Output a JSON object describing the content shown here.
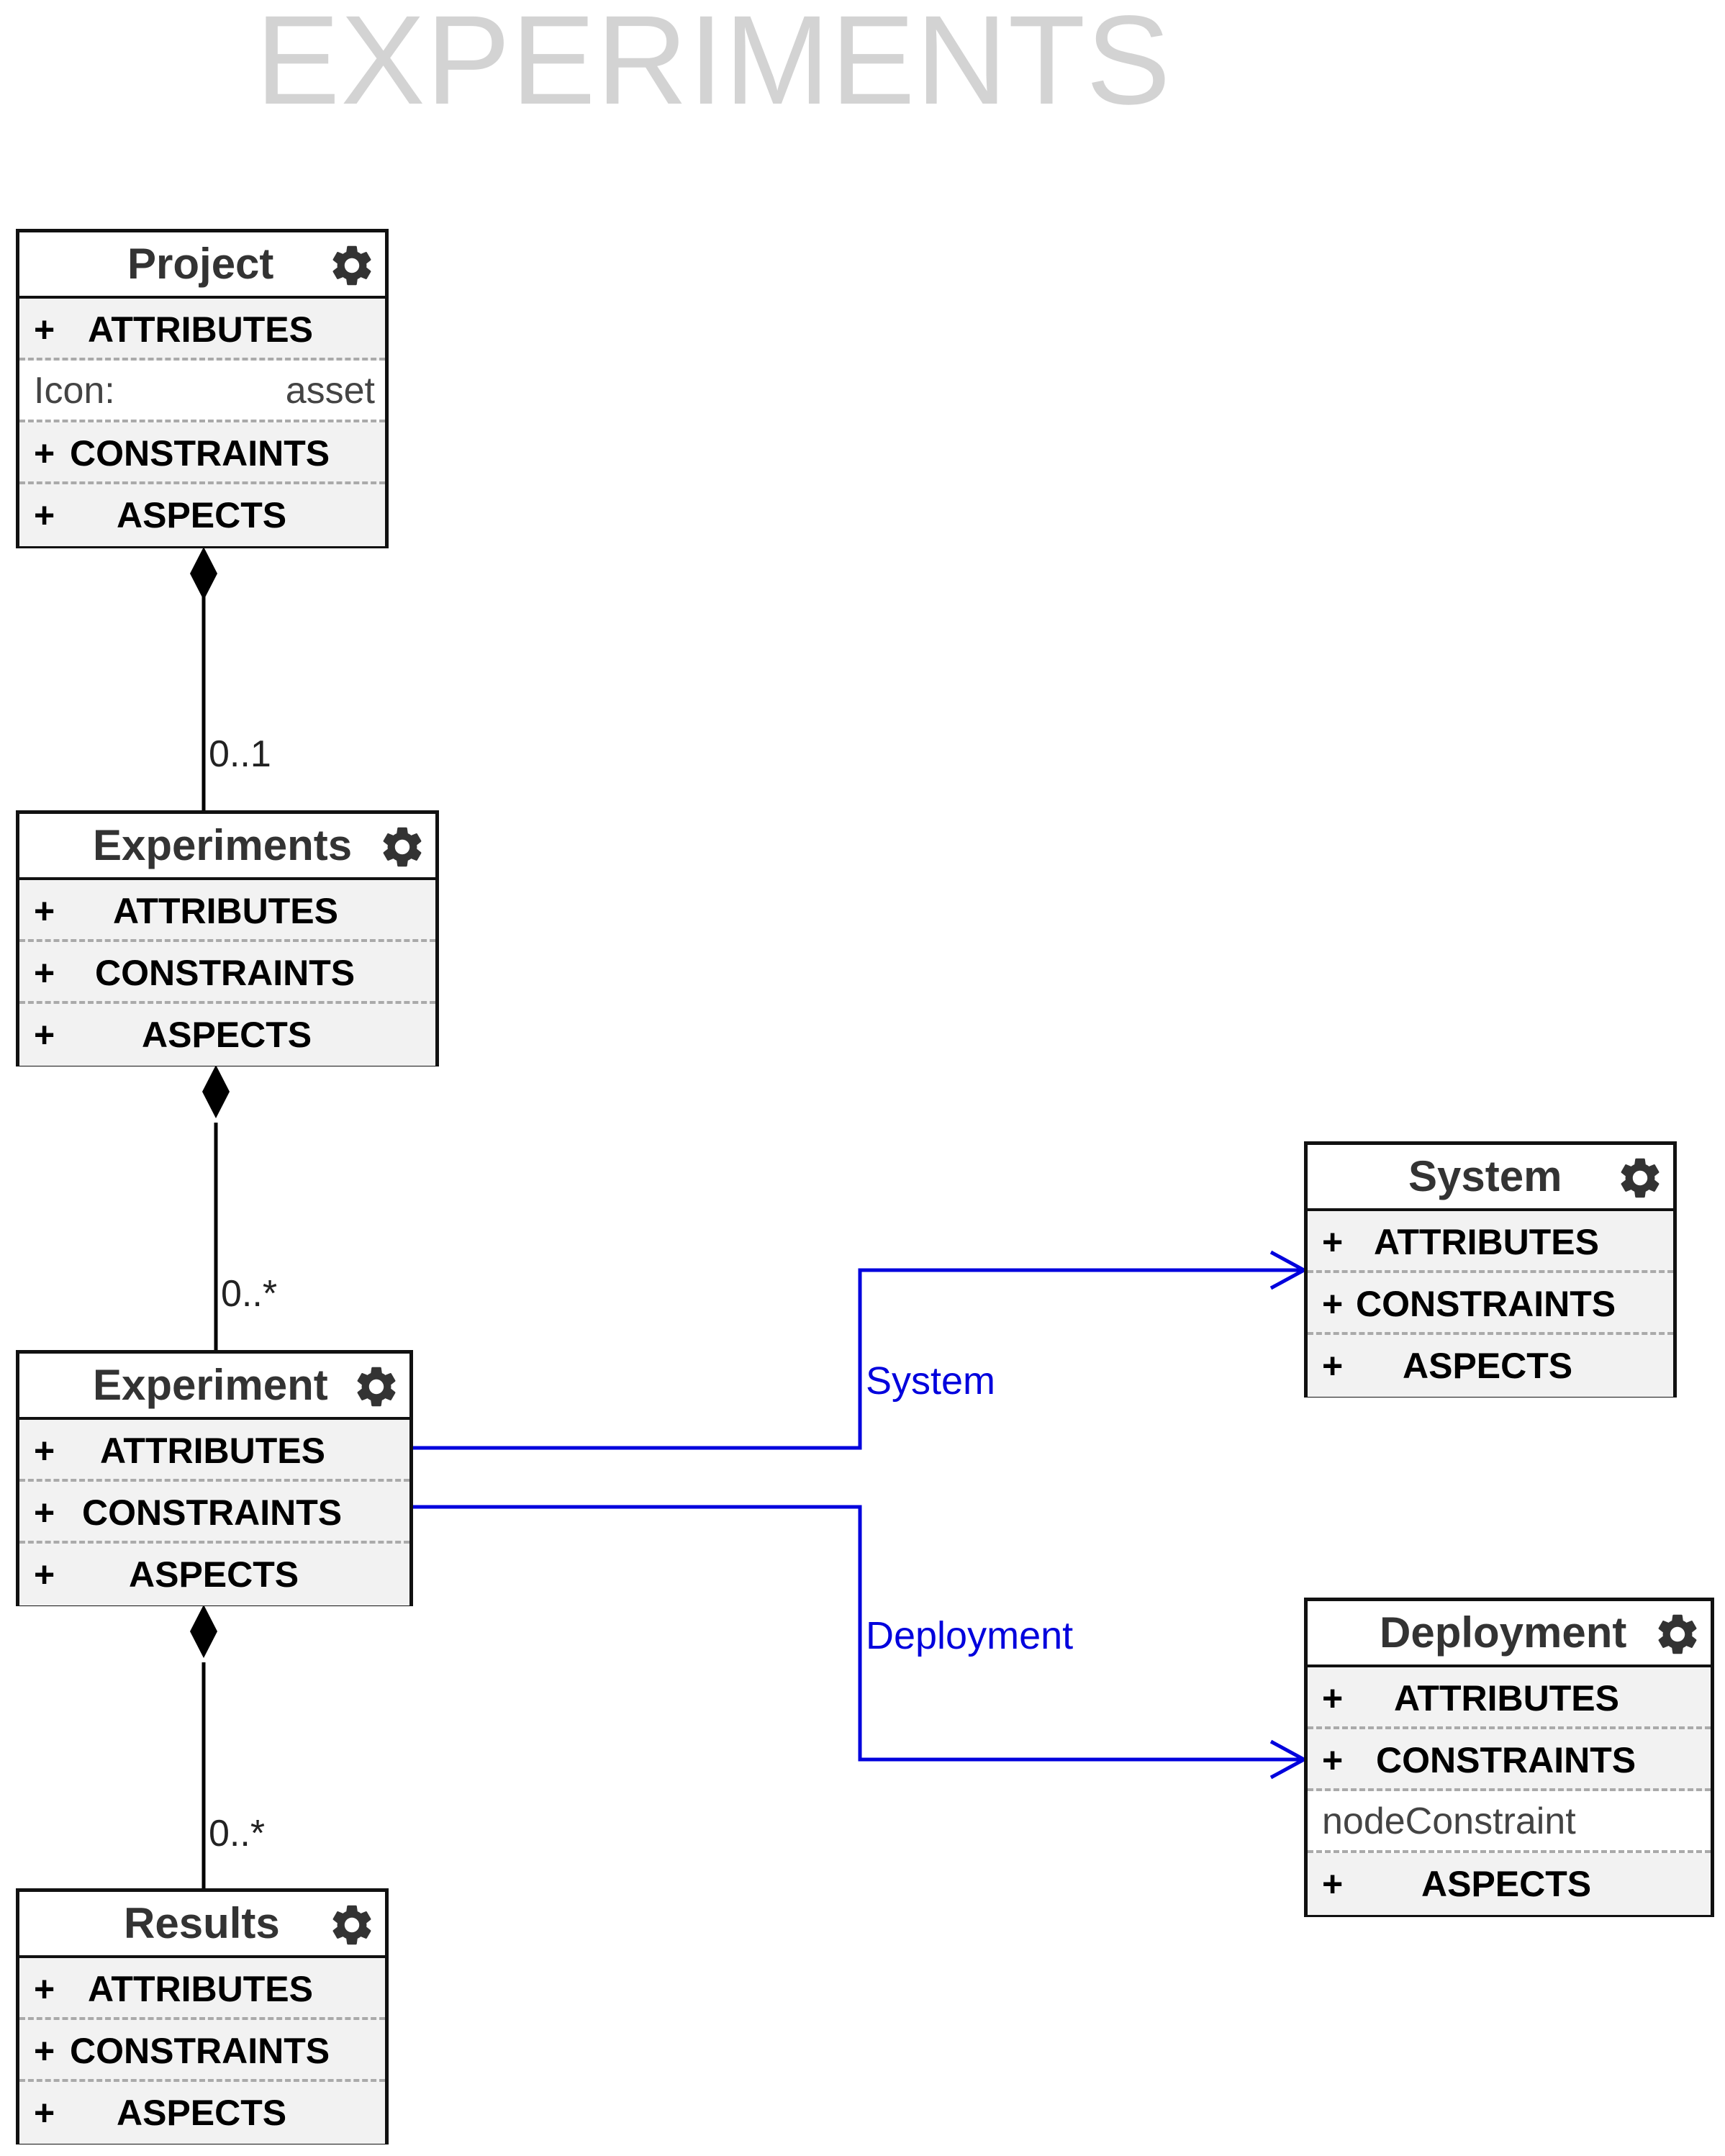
{
  "title": "EXPERIMENTS",
  "section_labels": {
    "attributes": "ATTRIBUTES",
    "constraints": "CONSTRAINTS",
    "aspects": "ASPECTS",
    "plus": "+"
  },
  "nodes": {
    "project": {
      "name": "Project",
      "attribute_key": "Icon:",
      "attribute_value": "asset",
      "icon": "gear-icon"
    },
    "experiments": {
      "name": "Experiments",
      "icon": "gear-icon"
    },
    "experiment": {
      "name": "Experiment",
      "icon": "gear-icon"
    },
    "results": {
      "name": "Results",
      "icon": "gear-icon"
    },
    "system": {
      "name": "System",
      "icon": "gear-icon"
    },
    "deployment": {
      "name": "Deployment",
      "constraint_item": "nodeConstraint",
      "icon": "gear-icon"
    }
  },
  "connections": {
    "project_experiments": {
      "multiplicity": "0..1",
      "type": "containment"
    },
    "experiments_experiment": {
      "multiplicity": "0..*",
      "type": "containment"
    },
    "experiment_results": {
      "multiplicity": "0..*",
      "type": "containment"
    },
    "experiment_system": {
      "label": "System",
      "type": "pointer"
    },
    "experiment_deployment": {
      "label": "Deployment",
      "type": "pointer"
    }
  },
  "colors": {
    "pointer": "#0000dd",
    "containment": "#000000",
    "title": "#d3d3d3",
    "section_bg": "#f2f2f2"
  }
}
